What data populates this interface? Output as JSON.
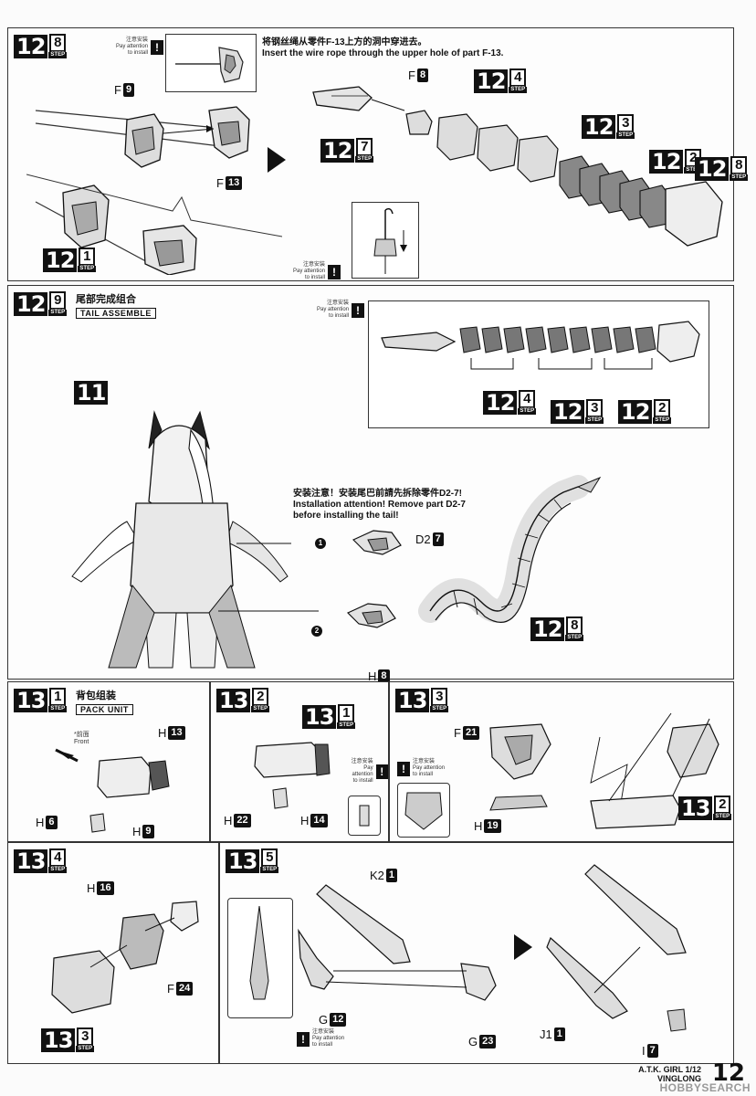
{
  "step_word": "STEP",
  "caution": {
    "cn": "注意安装",
    "en1": "Pay attention",
    "en2": "to install",
    "icon": "exclamation-icon",
    "symbol": "!"
  },
  "steps": {
    "s128": {
      "major": "12",
      "minor": "8"
    },
    "s127": {
      "major": "12",
      "minor": "7"
    },
    "s124": {
      "major": "12",
      "minor": "4"
    },
    "s123": {
      "major": "12",
      "minor": "3"
    },
    "s122": {
      "major": "12",
      "minor": "2"
    },
    "s121": {
      "major": "12",
      "minor": "1"
    },
    "s129": {
      "major": "12",
      "minor": "9"
    },
    "s131": {
      "major": "13",
      "minor": "1"
    },
    "s132": {
      "major": "13",
      "minor": "2"
    },
    "s133": {
      "major": "13",
      "minor": "3"
    },
    "s134": {
      "major": "13",
      "minor": "4"
    },
    "s135": {
      "major": "13",
      "minor": "5"
    },
    "s11": {
      "major": "11"
    }
  },
  "step128": {
    "instruction_cn": "将钢丝绳从零件F-13上方的洞中穿进去。",
    "instruction_en": "Insert the wire rope through the upper hole of part F-13.",
    "parts": [
      {
        "letter": "F",
        "num": "9"
      },
      {
        "letter": "F",
        "num": "13"
      },
      {
        "letter": "F",
        "num": "8"
      }
    ]
  },
  "step129": {
    "title_cn": "尾部完成组合",
    "title_en": "TAIL ASSEMBLE",
    "warning_cn": "安装注意！安装尾巴前請先拆除零件D2-7!",
    "warning_en1": "Installation attention! Remove part D2-7",
    "warning_en2": "before installing the tail!",
    "callout1": "1",
    "callout2": "2",
    "parts": [
      {
        "letter": "D2",
        "num": "7"
      },
      {
        "letter": "H",
        "num": "8"
      }
    ]
  },
  "step131": {
    "title_cn": "背包组装",
    "title_en": "PACK UNIT",
    "front_cn": "*前面",
    "front_en": "Front",
    "parts": [
      {
        "letter": "H",
        "num": "13"
      },
      {
        "letter": "H",
        "num": "6"
      },
      {
        "letter": "H",
        "num": "9"
      }
    ]
  },
  "step132": {
    "parts": [
      {
        "letter": "H",
        "num": "22"
      },
      {
        "letter": "H",
        "num": "14"
      }
    ]
  },
  "step133": {
    "parts": [
      {
        "letter": "F",
        "num": "21"
      },
      {
        "letter": "H",
        "num": "19"
      }
    ]
  },
  "step134": {
    "parts": [
      {
        "letter": "H",
        "num": "16"
      },
      {
        "letter": "F",
        "num": "24"
      }
    ]
  },
  "step135": {
    "parts": [
      {
        "letter": "K2",
        "num": "1"
      },
      {
        "letter": "G",
        "num": "12"
      },
      {
        "letter": "G",
        "num": "23"
      },
      {
        "letter": "J1",
        "num": "1"
      },
      {
        "letter": "I",
        "num": "7"
      }
    ]
  },
  "footer": {
    "brand1": "A.T.K. GIRL 1/12",
    "brand2": "VINGLONG",
    "page": "12",
    "watermark": "HOBBYSEARCH"
  }
}
